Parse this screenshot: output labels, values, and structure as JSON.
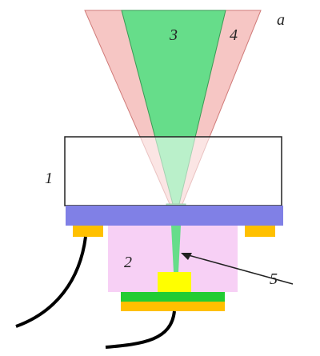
{
  "labels": {
    "panel": "a",
    "part_1": "1",
    "part_2": "2",
    "part_3": "3",
    "part_4": "4",
    "part_5": "5"
  },
  "colors": {
    "outer_cone": "#f6c6c4",
    "outer_cone_edge": "#d07a78",
    "inner_cone": "#66dd8a",
    "inner_cone_edge": "#3a9a55",
    "window_fill": "#ffffff",
    "window_edge": "#222222",
    "blue_layer": "#8080e6",
    "housing": "#f7d0f5",
    "chip": "#ffff00",
    "substrate_top": "#22cc33",
    "substrate_bottom": "#ffc000",
    "pads": "#ffc000",
    "wires": "#000000"
  }
}
